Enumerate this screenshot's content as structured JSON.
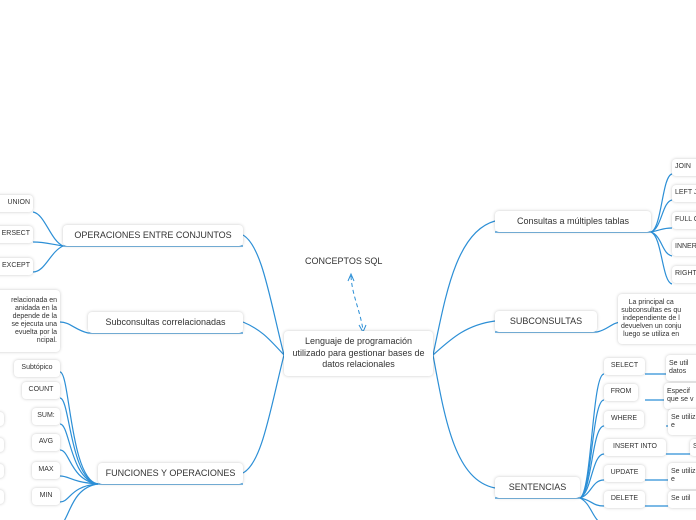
{
  "title": "CONCEPTOS SQL",
  "center": "Lenguaje de programación utilizado para gestionar bases de datos relacionales",
  "branches": {
    "operaciones": "OPERACIONES ENTRE CONJUNTOS",
    "subcorrelacionadas": "Subconsultas correlacionadas",
    "funciones": "FUNCIONES Y OPERACIONES",
    "consultas": "Consultas a múltiples tablas",
    "subconsultas": "SUBCONSULTAS",
    "sentencias": "SENTENCIAS"
  },
  "operaciones_items": [
    "UNION",
    "ERSECT",
    "EXCEPT"
  ],
  "subcorr_text": "relacionada en\nanidada en la\ndepende de la\nse ejecuta una\nevuelta por la\nncipal.",
  "funciones_items": [
    "Subtópico",
    "COUNT",
    "SUM:",
    "AVG",
    "MAX",
    "MIN"
  ],
  "consultas_items": [
    "JOIN",
    "LEFT J",
    "FULL O",
    "INNER",
    "RIGHT"
  ],
  "subconsultas_text": "La principal ca\nsubconsultas es qu\nindependiente de l\ndevuelven un conju\nluego se utiliza en",
  "sentencias_items": [
    "SELECT",
    "FROM",
    "WHERE",
    "INSERT INTO",
    "UPDATE",
    "DELETE"
  ],
  "sentencias_desc": [
    "Se util\ndatos",
    "Especif\nque se v",
    "Se utiliz\ne",
    "S",
    "Se utiliz\ne",
    "Se util"
  ],
  "colors": {
    "link": "#2c8fd6",
    "text": "#333333",
    "shadow": "#cccccc"
  }
}
